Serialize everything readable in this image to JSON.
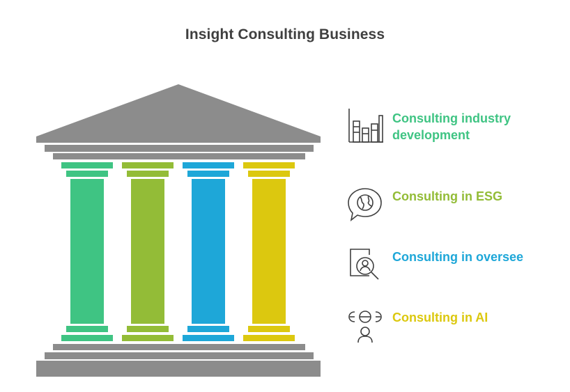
{
  "title": "Insight Consulting Business",
  "colors": {
    "structure": "#8c8c8c",
    "pillar_green": "#3fc483",
    "pillar_olive": "#93bc37",
    "pillar_blue": "#1ea7d8",
    "pillar_yellow": "#dcc80f",
    "icon_stroke": "#3f3f3f"
  },
  "items": [
    {
      "label": "Consulting industry development",
      "color": "#3fc483",
      "icon": "bar-chart-icon"
    },
    {
      "label": "Consulting in ESG",
      "color": "#93bc37",
      "icon": "globe-speech-bubble-icon"
    },
    {
      "label": "Consulting in oversee",
      "color": "#1ea7d8",
      "icon": "person-search-icon"
    },
    {
      "label": "Consulting in AI",
      "color": "#dcc80f",
      "icon": "ai-person-icon"
    }
  ]
}
